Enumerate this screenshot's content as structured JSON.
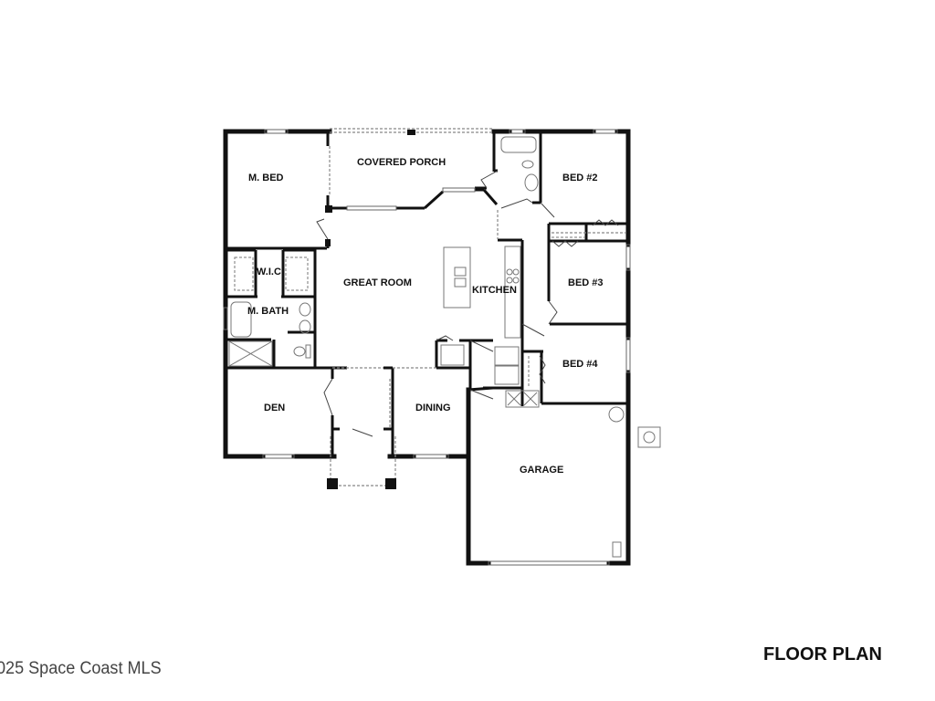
{
  "plan": {
    "title": "FLOOR PLAN",
    "copyright": "025 Space Coast MLS",
    "rooms": {
      "m_bed": "M. BED",
      "covered_porch": "COVERED PORCH",
      "bed2": "BED #2",
      "wic": "W.I.C",
      "great_room": "GREAT ROOM",
      "kitchen": "KITCHEN",
      "bed3": "BED #3",
      "m_bath": "M. BATH",
      "bed4": "BED #4",
      "den": "DEN",
      "dining": "DINING",
      "garage": "GARAGE"
    }
  },
  "colors": {
    "wall": "#111111",
    "fixture": "#888888",
    "background": "#ffffff"
  }
}
